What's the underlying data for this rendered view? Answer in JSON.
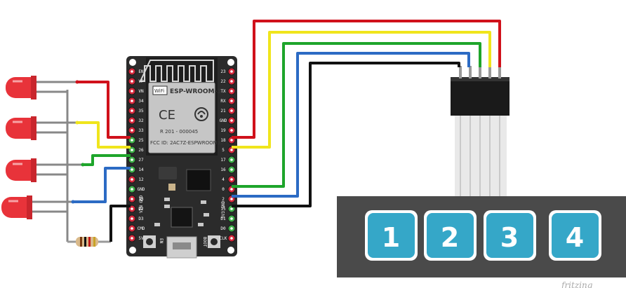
{
  "module": {
    "name": "ESP-WROOM-32",
    "wifi_label": "WiFi",
    "ce_mark": "CE",
    "certification": "FCC ID: 2AC7Z-ESPWROOM32",
    "r_mark": "R 201 - 000045"
  },
  "board": {
    "left_pins": [
      "EN",
      "VP",
      "VN",
      "34",
      "35",
      "32",
      "33",
      "25",
      "26",
      "27",
      "14",
      "12",
      "GND",
      "13",
      "D2",
      "D3",
      "CMD",
      "5V"
    ],
    "right_pins": [
      "23",
      "22",
      "TX",
      "RX",
      "21",
      "GND",
      "19",
      "18",
      "5",
      "17",
      "16",
      "4",
      "0",
      "2",
      "15",
      "D1",
      "D0",
      "CLK"
    ],
    "bottom_left_text": "VIN GND",
    "bottom_right_text": "3V3 GND",
    "button_left": "EN",
    "button_right": "BOOT"
  },
  "keypad": {
    "keys": [
      "1",
      "2",
      "3",
      "4"
    ]
  },
  "watermark": "fritzing",
  "colors": {
    "red_wire": "#d0111b",
    "yellow_wire": "#f0e51c",
    "green_wire": "#1ea52b",
    "blue_wire": "#2c6bc4",
    "black_wire": "#111111",
    "board": "#2b2b2b",
    "pin_red": "#d4273a",
    "key_blue": "#35a7c8",
    "keypad_body": "#4a4a4a"
  }
}
